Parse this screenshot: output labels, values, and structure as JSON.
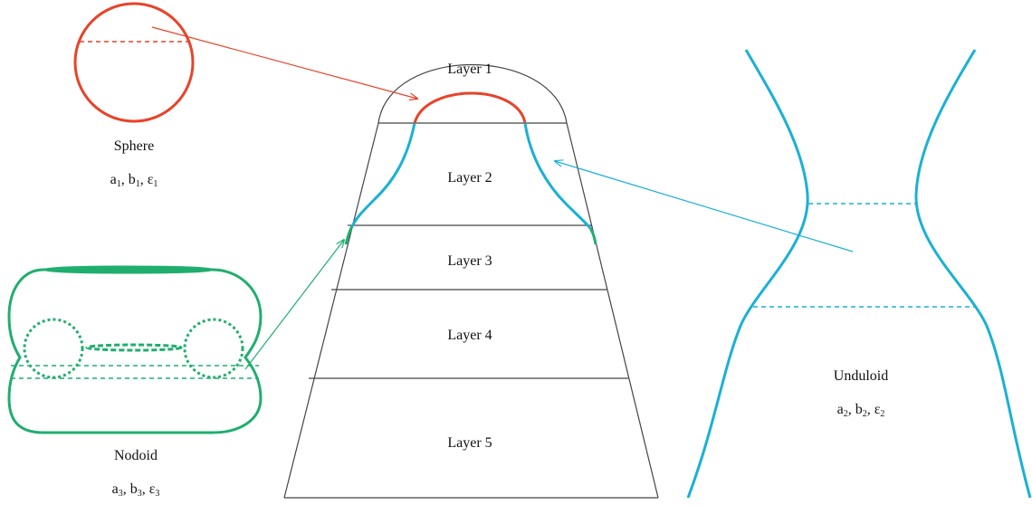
{
  "colors": {
    "sphere": "#e8432a",
    "unduloid": "#1ab0d6",
    "nodoid": "#1fae6e",
    "outline": "#444444"
  },
  "layers": [
    "Layer 1",
    "Layer 2",
    "Layer 3",
    "Layer 4",
    "Layer 5"
  ],
  "shapes": {
    "sphere": {
      "name": "Sphere",
      "params": [
        "a",
        "1",
        ", b",
        "1",
        ", ε",
        "1"
      ]
    },
    "unduloid": {
      "name": "Unduloid",
      "params": [
        "a",
        "2",
        ", b",
        "2",
        ", ε",
        "2"
      ]
    },
    "nodoid": {
      "name": "Nodoid",
      "params": [
        "a",
        "3",
        ", b",
        "3",
        ", ε",
        "3"
      ]
    }
  }
}
